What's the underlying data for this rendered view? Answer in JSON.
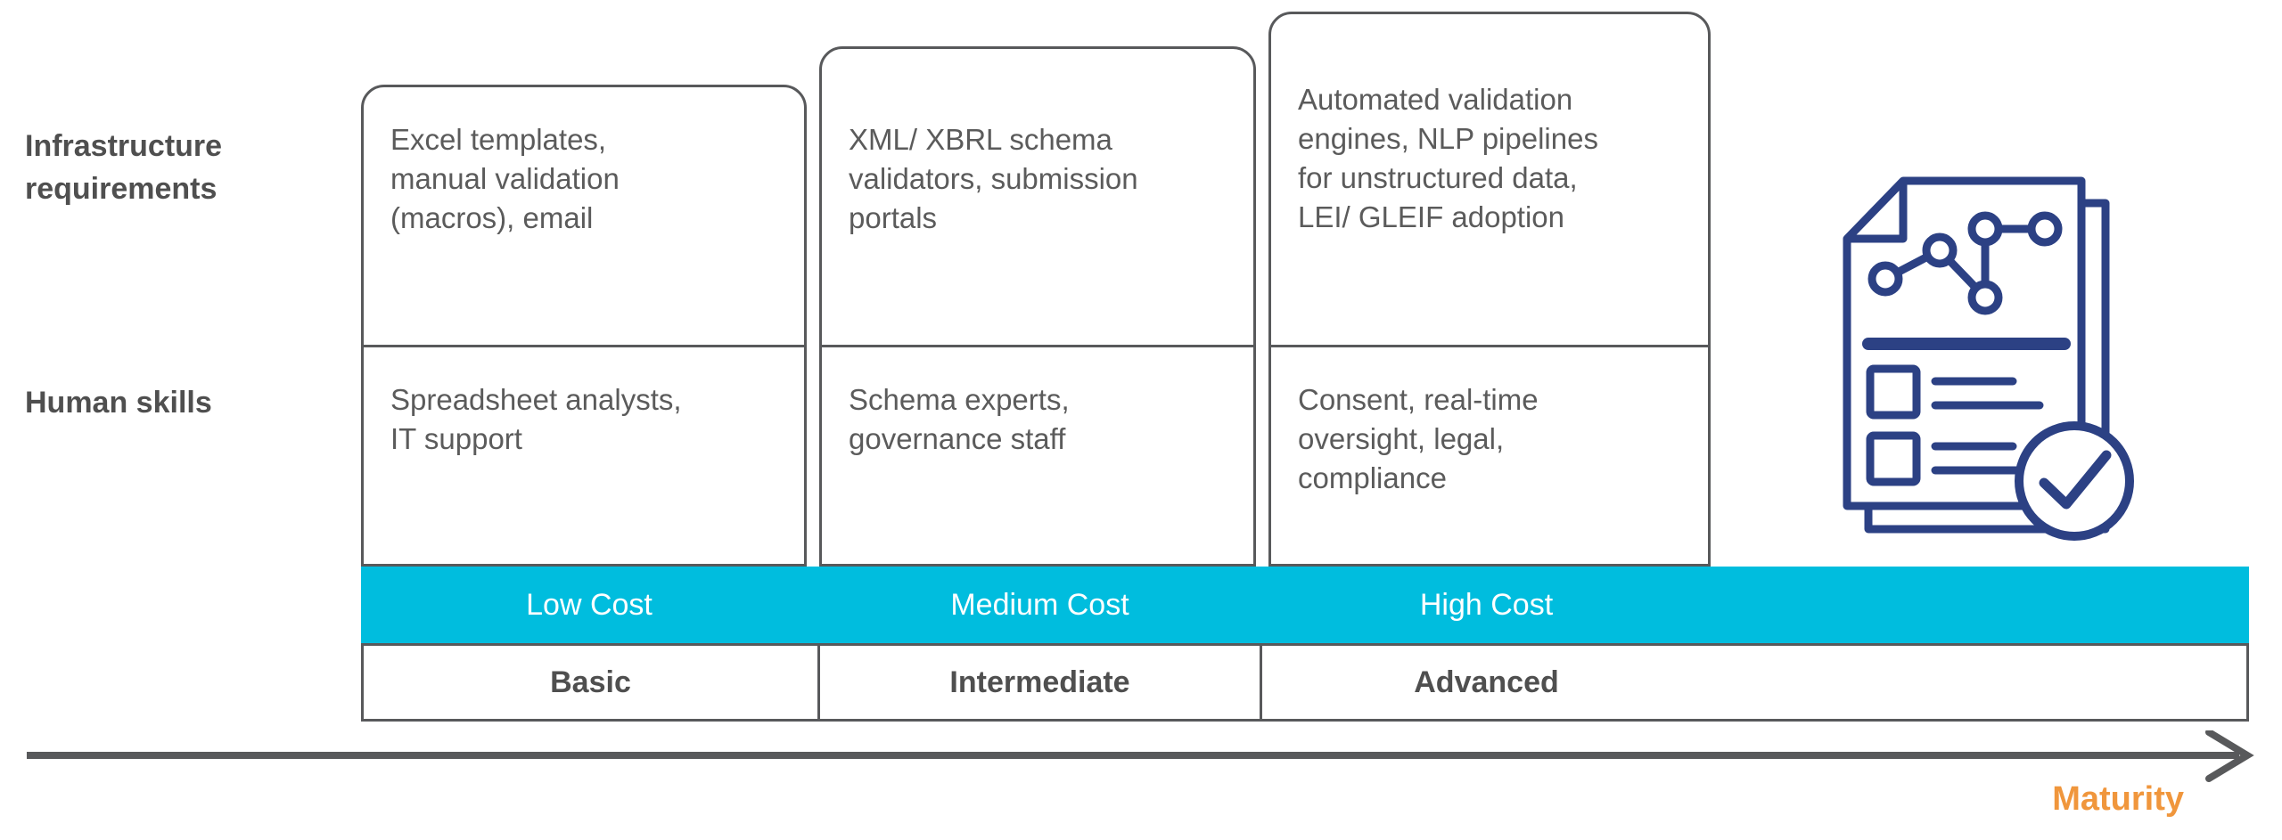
{
  "rows": [
    {
      "label": "Infrastructure\nrequirements"
    },
    {
      "label": "Human skills"
    }
  ],
  "columns": [
    {
      "level": "Basic",
      "cost": "Low Cost",
      "infrastructure": "Excel templates,\nmanual validation\n(macros), email",
      "human_skills": "Spreadsheet analysts,\nIT support"
    },
    {
      "level": "Intermediate",
      "cost": "Medium Cost",
      "infrastructure": "XML/ XBRL schema\nvalidators, submission\nportals",
      "human_skills": "Schema experts,\ngovernance staff"
    },
    {
      "level": "Advanced",
      "cost": "High Cost",
      "infrastructure": "Automated validation\nengines, NLP pipelines\nfor unstructured data,\nLEI/ GLEIF adoption",
      "human_skills": "Consent, real-time\noversight, legal,\ncompliance"
    }
  ],
  "axis": {
    "label": "Maturity"
  },
  "icon": {
    "name": "report-checkmark-icon"
  },
  "colors": {
    "band_cyan": "#00bdde",
    "axis_orange": "#f0963c",
    "icon_navy": "#2c4184",
    "text_gray": "#5b5b5b",
    "heading_gray": "#4f4f4f",
    "border_gray": "#58595b"
  }
}
